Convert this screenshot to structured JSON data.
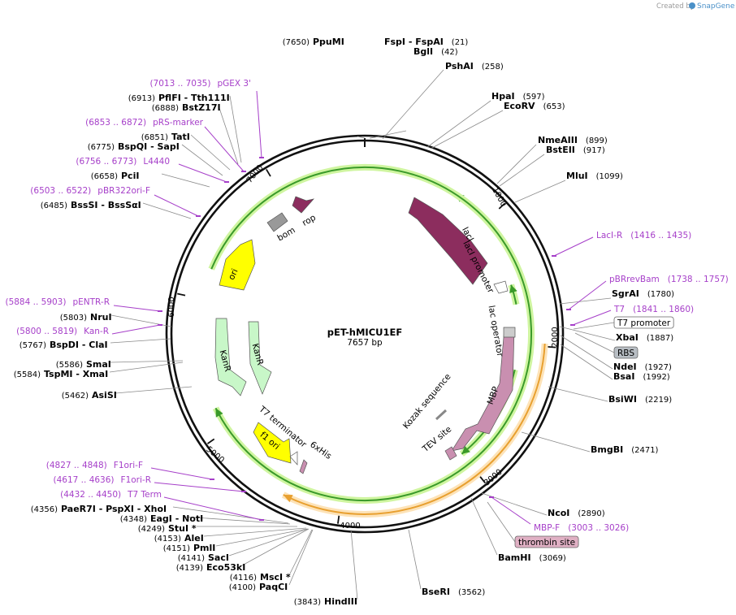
{
  "credit": {
    "prefix": "Created by",
    "brand": "SnapGene"
  },
  "plasmid": {
    "name": "pET-hMICU1EF",
    "size_label": "7657 bp",
    "length": 7657
  },
  "ticks": [
    "1000",
    "2000",
    "3000",
    "4000",
    "5000",
    "6000",
    "7000"
  ],
  "enzymes": [
    {
      "id": "ppumi",
      "name": "PpuMI",
      "pos": "(7650)",
      "side": "left"
    },
    {
      "id": "fspi",
      "name": "FspI",
      "extra": "- FspAI",
      "pos": "(21)",
      "side": "right"
    },
    {
      "id": "bgli",
      "name": "BglI",
      "pos": "(42)",
      "side": "right"
    },
    {
      "id": "pshai",
      "name": "PshAI",
      "pos": "(258)",
      "side": "right"
    },
    {
      "id": "hpai",
      "name": "HpaI",
      "pos": "(597)",
      "side": "right"
    },
    {
      "id": "ecorv",
      "name": "EcoRV",
      "pos": "(653)",
      "side": "right"
    },
    {
      "id": "nmeaiii",
      "name": "NmeAIII",
      "pos": "(899)",
      "side": "right"
    },
    {
      "id": "bsteii",
      "name": "BstEII",
      "pos": "(917)",
      "side": "right"
    },
    {
      "id": "mlui",
      "name": "MluI",
      "pos": "(1099)",
      "side": "right"
    },
    {
      "id": "sgrai",
      "name": "SgrAI",
      "pos": "(1780)",
      "side": "right"
    },
    {
      "id": "xbai",
      "name": "XbaI",
      "pos": "(1887)",
      "side": "right"
    },
    {
      "id": "ndei",
      "name": "NdeI",
      "pos": "(1927)",
      "side": "right"
    },
    {
      "id": "bsai",
      "name": "BsaI",
      "pos": "(1992)",
      "side": "right"
    },
    {
      "id": "bsiwi",
      "name": "BsiWI",
      "pos": "(2219)",
      "side": "right"
    },
    {
      "id": "bmgbi",
      "name": "BmgBI",
      "pos": "(2471)",
      "side": "right"
    },
    {
      "id": "ncoi",
      "name": "NcoI",
      "pos": "(2890)",
      "side": "right"
    },
    {
      "id": "bamhi",
      "name": "BamHI",
      "pos": "(3069)",
      "side": "right"
    },
    {
      "id": "bseri",
      "name": "BseRI",
      "pos": "(3562)",
      "side": "right"
    },
    {
      "id": "hindiii",
      "name": "HindIII",
      "pos": "(3843)",
      "side": "left"
    },
    {
      "id": "paqci",
      "name": "PaqCI",
      "pos": "(4100)",
      "side": "left"
    },
    {
      "id": "msci",
      "name": "MscI *",
      "pos": "(4116)",
      "side": "left"
    },
    {
      "id": "eco53ki",
      "name": "Eco53kI",
      "pos": "(4139)",
      "side": "left"
    },
    {
      "id": "saci",
      "name": "SacI",
      "pos": "(4141)",
      "side": "left"
    },
    {
      "id": "pmli",
      "name": "PmlI",
      "pos": "(4151)",
      "side": "left"
    },
    {
      "id": "alei",
      "name": "AleI",
      "pos": "(4153)",
      "side": "left"
    },
    {
      "id": "stui",
      "name": "StuI *",
      "pos": "(4249)",
      "side": "left"
    },
    {
      "id": "eagi",
      "name": "EagI",
      "extra": "- NotI",
      "pos": "(4348)",
      "side": "left"
    },
    {
      "id": "paer7i",
      "name": "PaeR7I",
      "extra": "- PspXI  - XhoI",
      "pos": "(4356)",
      "side": "left"
    },
    {
      "id": "asisi",
      "name": "AsiSI",
      "pos": "(5462)",
      "side": "left"
    },
    {
      "id": "tspmi",
      "name": "TspMI",
      "extra": "- XmaI",
      "pos": "(5584)",
      "side": "left"
    },
    {
      "id": "smai",
      "name": "SmaI",
      "pos": "(5586)",
      "side": "left"
    },
    {
      "id": "bspdi",
      "name": "BspDI",
      "extra": "- ClaI",
      "pos": "(5767)",
      "side": "left"
    },
    {
      "id": "nrui",
      "name": "NruI",
      "pos": "(5803)",
      "side": "left"
    },
    {
      "id": "bsssi",
      "name": "BssSI",
      "extra": "- BssSαI",
      "pos": "(6485)",
      "side": "left"
    },
    {
      "id": "pcii",
      "name": "PciI",
      "pos": "(6658)",
      "side": "left"
    },
    {
      "id": "bspqi",
      "name": "BspQI",
      "extra": "- SapI",
      "pos": "(6775)",
      "side": "left"
    },
    {
      "id": "tati",
      "name": "TatI",
      "pos": "(6851)",
      "side": "left"
    },
    {
      "id": "bstz17i",
      "name": "BstZ17I",
      "pos": "(6888)",
      "side": "left"
    },
    {
      "id": "pflfi",
      "name": "PflFI",
      "extra": "- Tth111I",
      "pos": "(6913)",
      "side": "left"
    }
  ],
  "primers": [
    {
      "id": "pgex3",
      "name": "pGEX 3'",
      "range": "(7013 .. 7035)",
      "side": "left"
    },
    {
      "id": "prsmarker",
      "name": "pRS-marker",
      "range": "(6853 .. 6872)",
      "side": "left"
    },
    {
      "id": "l4440",
      "name": "L4440",
      "range": "(6756 .. 6773)",
      "side": "left"
    },
    {
      "id": "pbr322orif",
      "name": "pBR322ori-F",
      "range": "(6503 .. 6522)",
      "side": "left"
    },
    {
      "id": "pentrr",
      "name": "pENTR-R",
      "range": "(5884 .. 5903)",
      "side": "left"
    },
    {
      "id": "kanr",
      "name": "Kan-R",
      "range": "(5800 .. 5819)",
      "side": "left"
    },
    {
      "id": "f1orif",
      "name": "F1ori-F",
      "range": "(4827 .. 4848)",
      "side": "left"
    },
    {
      "id": "f1orir",
      "name": "F1ori-R",
      "range": "(4617 .. 4636)",
      "side": "left"
    },
    {
      "id": "t7term",
      "name": "T7 Term",
      "range": "(4432 .. 4450)",
      "side": "left"
    },
    {
      "id": "lacir",
      "name": "LacI-R",
      "range": "(1416 .. 1435)",
      "side": "right"
    },
    {
      "id": "pbrrevbam",
      "name": "pBRrevBam",
      "range": "(1738 .. 1757)",
      "side": "right"
    },
    {
      "id": "t7",
      "name": "T7",
      "range": "(1841 .. 1860)",
      "side": "right"
    },
    {
      "id": "mbpf",
      "name": "MBP-F",
      "range": "(3003 .. 3026)",
      "side": "right"
    }
  ],
  "boxed_features": [
    {
      "id": "t7promoter",
      "label": "T7 promoter",
      "style": "outline"
    },
    {
      "id": "rbs",
      "label": "RBS",
      "style": "grey"
    },
    {
      "id": "thrombin",
      "label": "thrombin site",
      "style": "pink"
    }
  ],
  "features": [
    {
      "id": "laci",
      "label": "lacI",
      "color": "#8c2d5e"
    },
    {
      "id": "rop",
      "label": "rop",
      "color": "#8c2d5e"
    },
    {
      "id": "bom",
      "label": "bom",
      "color": "#999999"
    },
    {
      "id": "ori",
      "label": "ori",
      "color": "#ffff00"
    },
    {
      "id": "kanr1",
      "label": "KanR",
      "color": "#c8f7c8"
    },
    {
      "id": "kanr2",
      "label": "KanR",
      "color": "#c8f7c8"
    },
    {
      "id": "f1ori",
      "label": "f1 ori",
      "color": "#ffff00"
    },
    {
      "id": "mbp",
      "label": "MBP",
      "color": "#c98fb0"
    },
    {
      "id": "lacipromoter",
      "label": "lacI promoter",
      "color": "#ffffff"
    },
    {
      "id": "lacoperator",
      "label": "lac operator",
      "color": "#cccccc"
    },
    {
      "id": "t7terminator",
      "label": "T7 terminator",
      "color": "#ffffff"
    },
    {
      "id": "his6",
      "label": "6xHis",
      "color": "#c98fb0"
    },
    {
      "id": "kozak",
      "label": "Kozak sequence",
      "color": "#ffffff"
    },
    {
      "id": "tevsite",
      "label": "TEV site",
      "color": "#c98fb0"
    }
  ],
  "colors": {
    "primer": "#a63fc9",
    "orf_arrow": "#3a9a2a",
    "orf_glow": "#cff5a0",
    "orange_orf": "#e8a030",
    "orange_glow": "#fde3b8"
  }
}
